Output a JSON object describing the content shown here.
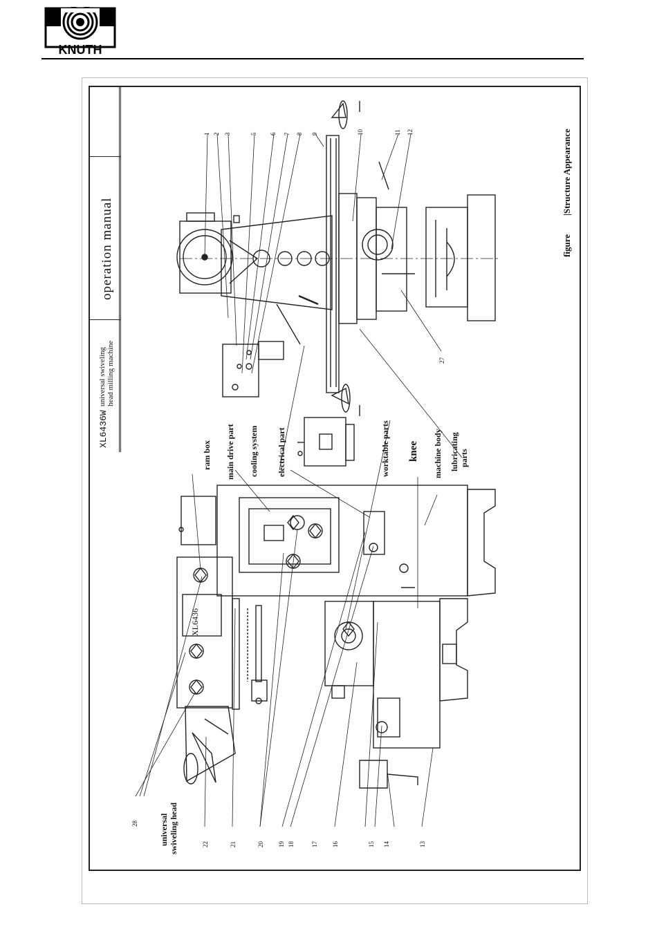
{
  "header": {
    "brand": "KNUTH"
  },
  "title_block": {
    "model": "XL6436W",
    "model_desc_line1": "universal swiveling",
    "model_desc_line2": "head milling machine",
    "manual": "operation manual"
  },
  "figure": {
    "caption_prefix": "figure",
    "caption": "|Structure Appearance"
  },
  "labels": {
    "ram_box": "ram box",
    "main_drive": "main drive part",
    "cooling": "cooling system",
    "electrical": "electrical part",
    "worktable": "worktable parts",
    "knee": "knee",
    "machine_body": "machine body",
    "lubricating_line1": "lubricating",
    "lubricating_line2": "parts",
    "universal_line1": "universal",
    "universal_line2": "swiveling head"
  },
  "plate_text": "XL6436",
  "callouts_top": [
    "1",
    "2",
    "3",
    "5",
    "6",
    "7",
    "8",
    "9",
    "10",
    "11",
    "12"
  ],
  "callouts_bottom": [
    "28",
    "22",
    "21",
    "20",
    "19",
    "18",
    "17",
    "16",
    "15",
    "14",
    "13"
  ],
  "callout_27": "27"
}
